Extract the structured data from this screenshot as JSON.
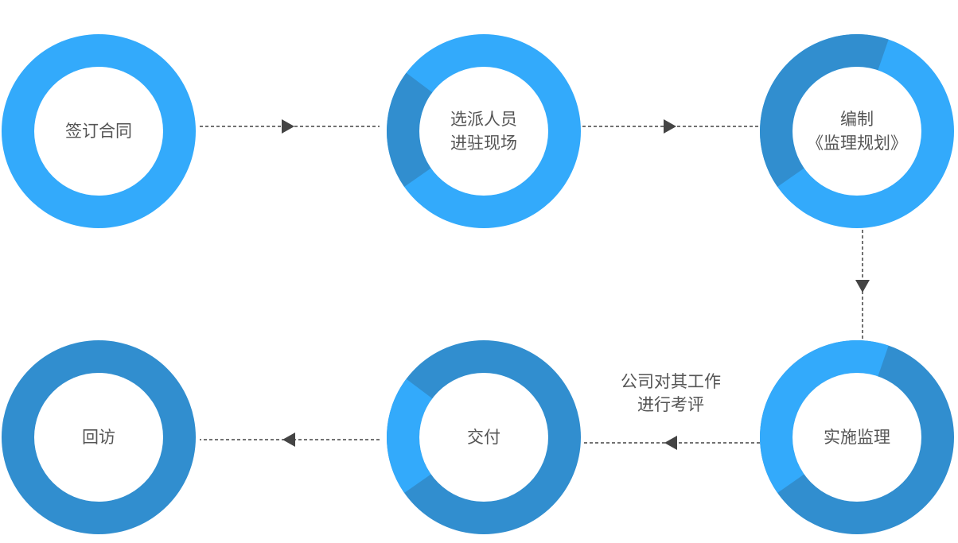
{
  "colors": {
    "light": "#33aafb",
    "dark": "#318ecf",
    "connector": "#444444",
    "text": "#555555"
  },
  "steps": [
    {
      "id": "sign-contract",
      "lines": [
        "签订合同"
      ],
      "progress": 1.0,
      "base": "light"
    },
    {
      "id": "dispatch-staff",
      "lines": [
        "选派人员",
        "进驻现场"
      ],
      "progress": 0.8,
      "base": "light"
    },
    {
      "id": "compile-plan",
      "lines": [
        "编制",
        "《监理规划》"
      ],
      "progress": 0.6,
      "base": "light"
    },
    {
      "id": "implement-supervision",
      "lines": [
        "实施监理"
      ],
      "progress": 0.4,
      "base": "dark"
    },
    {
      "id": "deliver",
      "lines": [
        "交付"
      ],
      "progress": 0.2,
      "base": "dark"
    },
    {
      "id": "revisit",
      "lines": [
        "回访"
      ],
      "progress": 0.0,
      "base": "dark"
    }
  ],
  "annotation": {
    "lines": [
      "公司对其工作",
      "进行考评"
    ]
  }
}
